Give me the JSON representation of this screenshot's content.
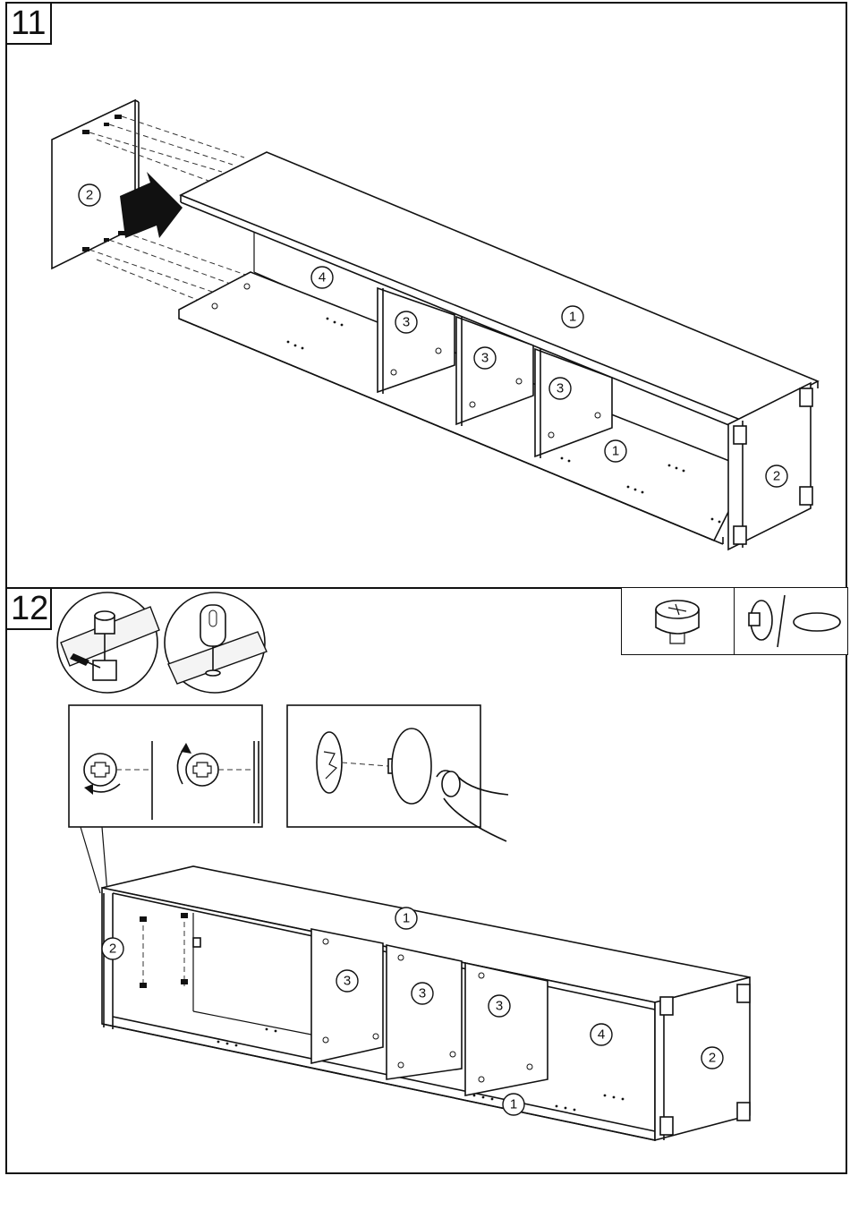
{
  "steps": [
    {
      "number": "11",
      "callouts": [
        "2",
        "4",
        "1",
        "3",
        "3",
        "3",
        "1",
        "2"
      ]
    },
    {
      "number": "12",
      "callouts": [
        "1",
        "2",
        "3",
        "3",
        "3",
        "4",
        "2",
        "1"
      ]
    }
  ],
  "icons": [
    "cam-lock-fitting-icon",
    "cover-cap-icon",
    "screwdriver-icon",
    "hand-press-icon",
    "rotate-arrow-icon",
    "push-arrow-icon"
  ]
}
